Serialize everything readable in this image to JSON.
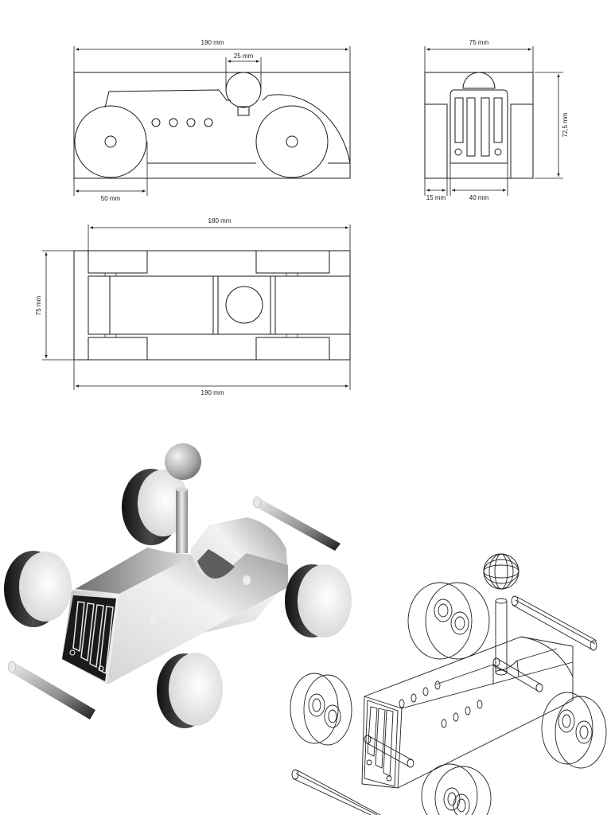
{
  "drawings": {
    "side_view": {
      "overall_length": "190 mm",
      "head_width": "25 mm",
      "wheel_diameter": "50 mm"
    },
    "front_view": {
      "overall_width": "75 mm",
      "overall_height": "72,5 mm",
      "wheel_width": "15 mm",
      "body_width": "40 mm"
    },
    "top_view": {
      "axle_spacing": "180 mm",
      "overall_width": "75 mm",
      "overall_length": "190 mm"
    }
  },
  "colors": {
    "line": "#1a1a1a",
    "background": "#ffffff",
    "wheel_dark": "#1c1c1c",
    "body_light": "#e6e6e6"
  }
}
